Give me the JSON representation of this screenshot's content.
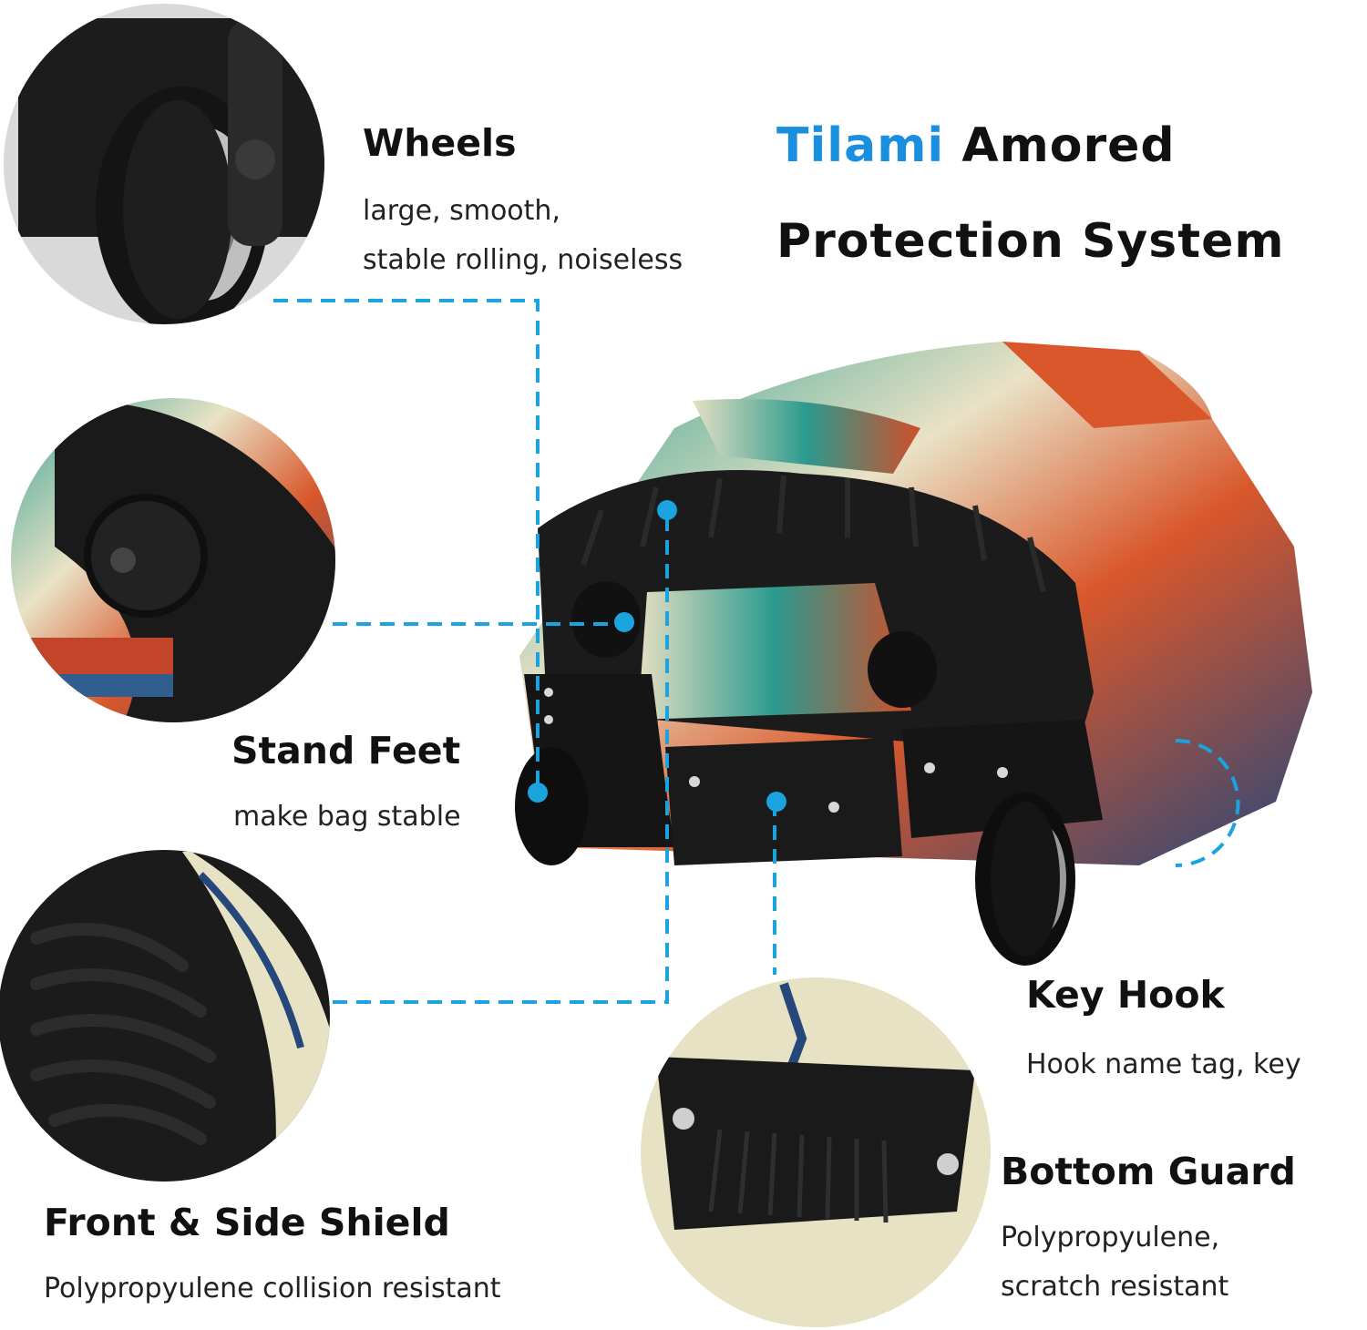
{
  "header": {
    "brand": "Tilami",
    "title_rest": "Amored",
    "title_line2": "Protection System"
  },
  "features": {
    "wheels": {
      "title": "Wheels",
      "desc_line1": "large, smooth,",
      "desc_line2": "stable rolling, noiseless"
    },
    "stand_feet": {
      "title": "Stand Feet",
      "desc_line1": "make bag stable"
    },
    "front_side_shield": {
      "title": "Front & Side Shield",
      "desc_line1": "Polypropyulene collision resistant"
    },
    "key_hook": {
      "title": "Key Hook",
      "desc_line1": "Hook name tag, key"
    },
    "bottom_guard": {
      "title": "Bottom Guard",
      "desc_line1": "Polypropyulene,",
      "desc_line2": "scratch resistant"
    }
  },
  "colors": {
    "brand": "#1a8fe0",
    "callout": "#1ba3de",
    "text": "#111111"
  }
}
